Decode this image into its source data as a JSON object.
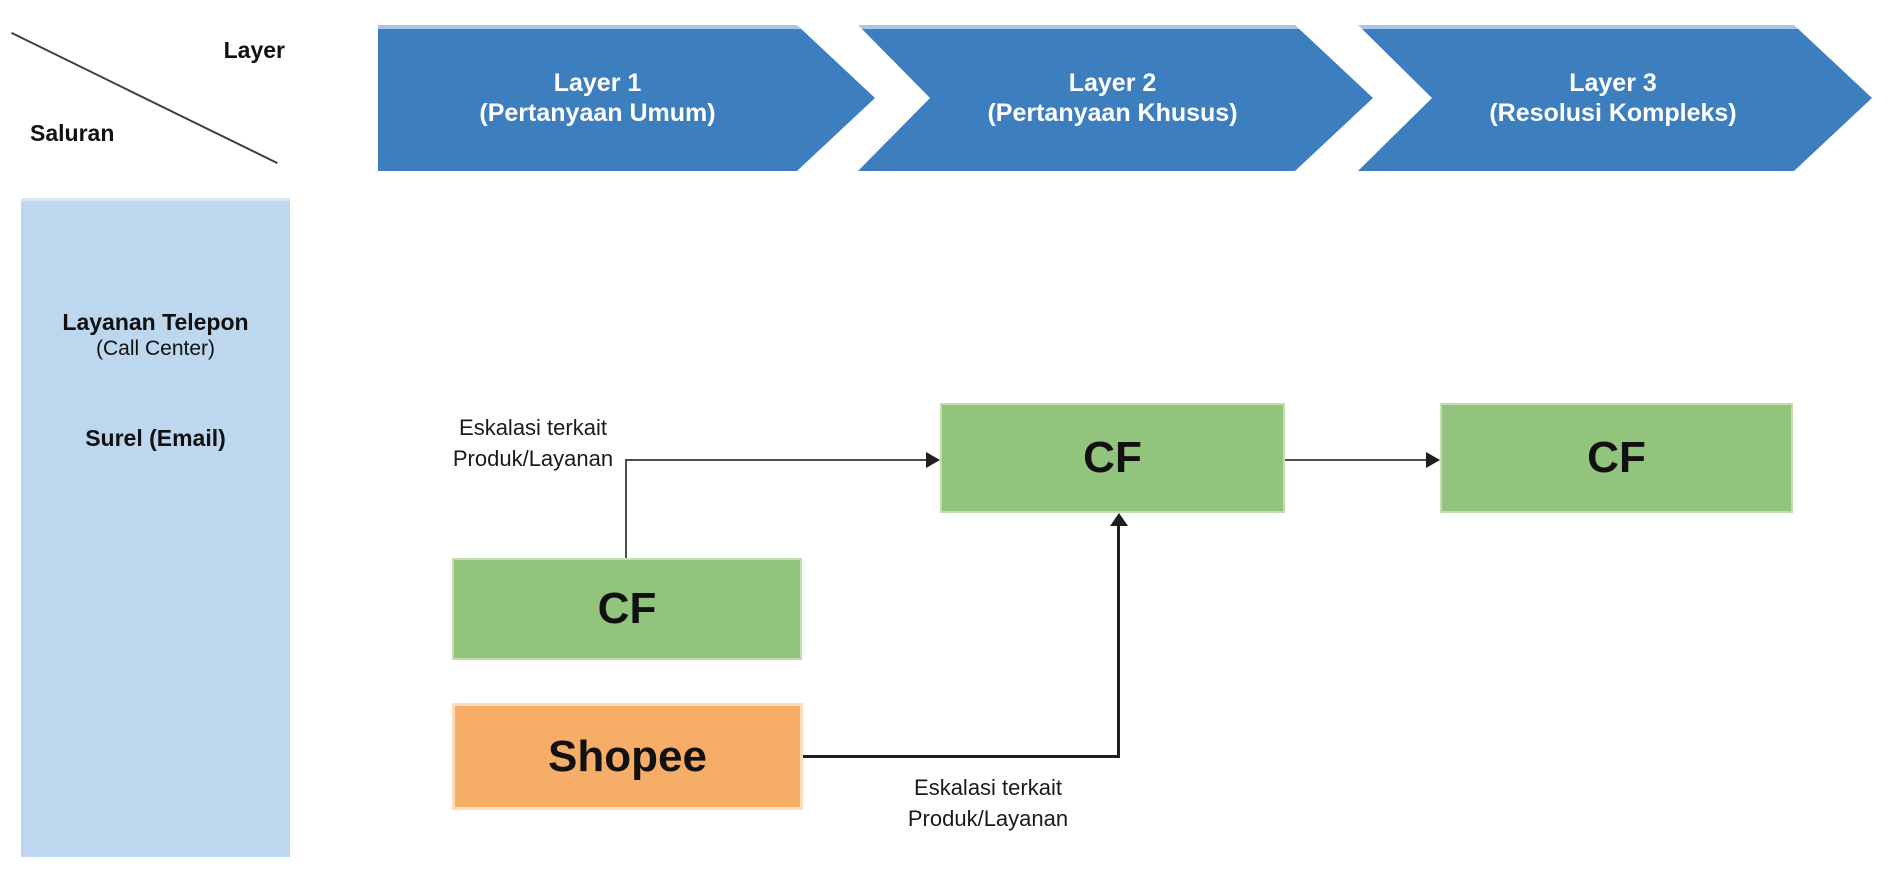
{
  "header": {
    "top_label": "Layer",
    "left_label": "Saluran"
  },
  "layers": [
    {
      "line1": "Layer 1",
      "line2": "(Pertanyaan Umum)"
    },
    {
      "line1": "Layer 2",
      "line2": "(Pertanyaan Khusus)"
    },
    {
      "line1": "Layer 3",
      "line2": "(Resolusi Kompleks)"
    }
  ],
  "channels": {
    "row1_title": "Layanan Telepon",
    "row1_sub": "(Call Center)",
    "row2_title": "Surel (Email)"
  },
  "nodes": {
    "cf_layer1": "CF",
    "cf_layer2": "CF",
    "cf_layer3": "CF",
    "shopee": "Shopee"
  },
  "edges": {
    "label1_line1": "Eskalasi terkait",
    "label1_line2": "Produk/Layanan",
    "label2_line1": "Eskalasi terkait",
    "label2_line2": "Produk/Layanan"
  },
  "colors": {
    "chevron_blue": "#3d7ebf",
    "chevron_top_highlight": "#a8c6e5",
    "sidebar_blue": "#bdd7ee",
    "node_green": "#93c47d",
    "node_green_border": "#c3ddb2",
    "node_orange": "#f6ad68",
    "node_orange_border": "#fbdcbb",
    "connector_gray": "#4d4d4d",
    "connector_black": "#1f1f1f"
  }
}
